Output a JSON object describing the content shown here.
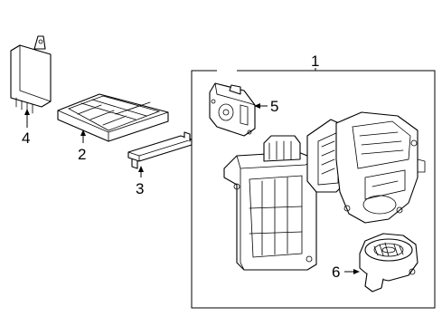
{
  "callouts": {
    "part_1": "1",
    "part_2": "2",
    "part_3": "3",
    "part_4": "4",
    "part_5": "5",
    "part_6": "6"
  },
  "colors": {
    "ink": "#000000",
    "paper": "#ffffff"
  }
}
